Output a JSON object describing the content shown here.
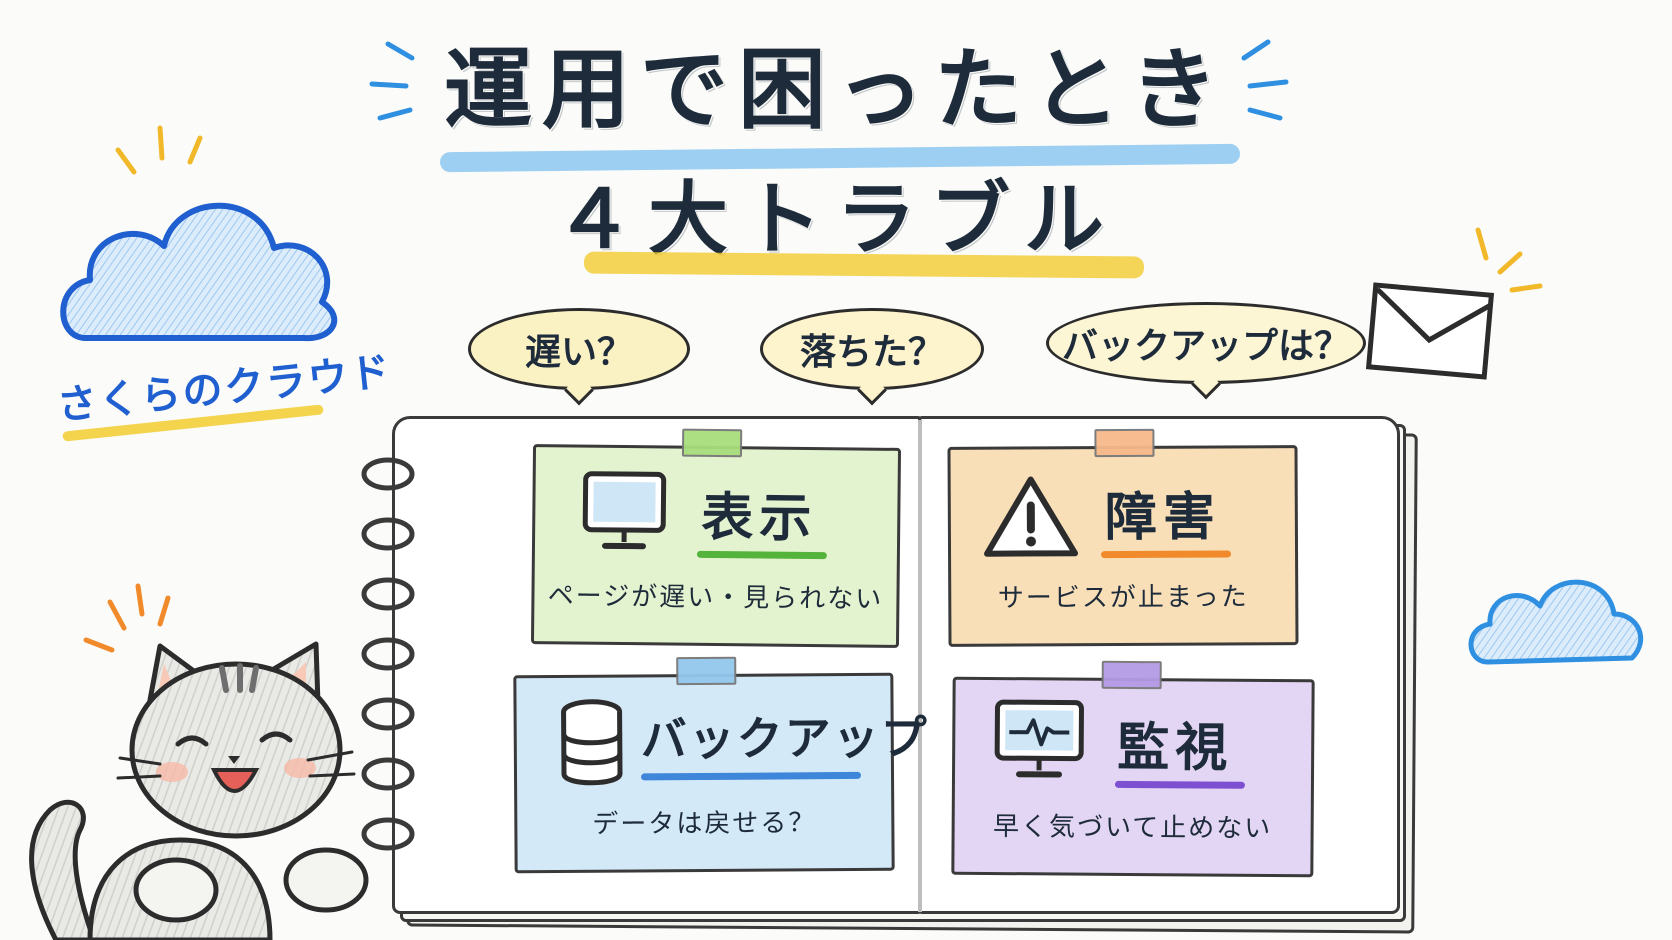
{
  "title": {
    "line1": "運用で困ったとき",
    "line2": "４大トラブル"
  },
  "brand": "さくらのクラウド",
  "bubbles": [
    {
      "text": "遅い？"
    },
    {
      "text": "落ちた？"
    },
    {
      "text": "バックアップは？"
    }
  ],
  "cards": [
    {
      "title": "表示",
      "desc": "ページが遅い・見られない",
      "icon": "monitor-icon",
      "color": "#e4f3cf",
      "accent": "#54b33a"
    },
    {
      "title": "障害",
      "desc": "サービスが止まった",
      "icon": "warning-icon",
      "color": "#f8dfb8",
      "accent": "#f08a2a"
    },
    {
      "title": "バックアップ",
      "desc": "データは戻せる？",
      "icon": "database-icon",
      "color": "#d4e9f8",
      "accent": "#3d86d9"
    },
    {
      "title": "監視",
      "desc": "早く気づいて止めない",
      "icon": "monitor-pulse-icon",
      "color": "#e3d6f4",
      "accent": "#7d4fd1"
    }
  ],
  "colors": {
    "brand_blue": "#1f5fcf",
    "highlight_yellow": "#f3cc2f",
    "highlight_blue": "#7cc0ef"
  }
}
